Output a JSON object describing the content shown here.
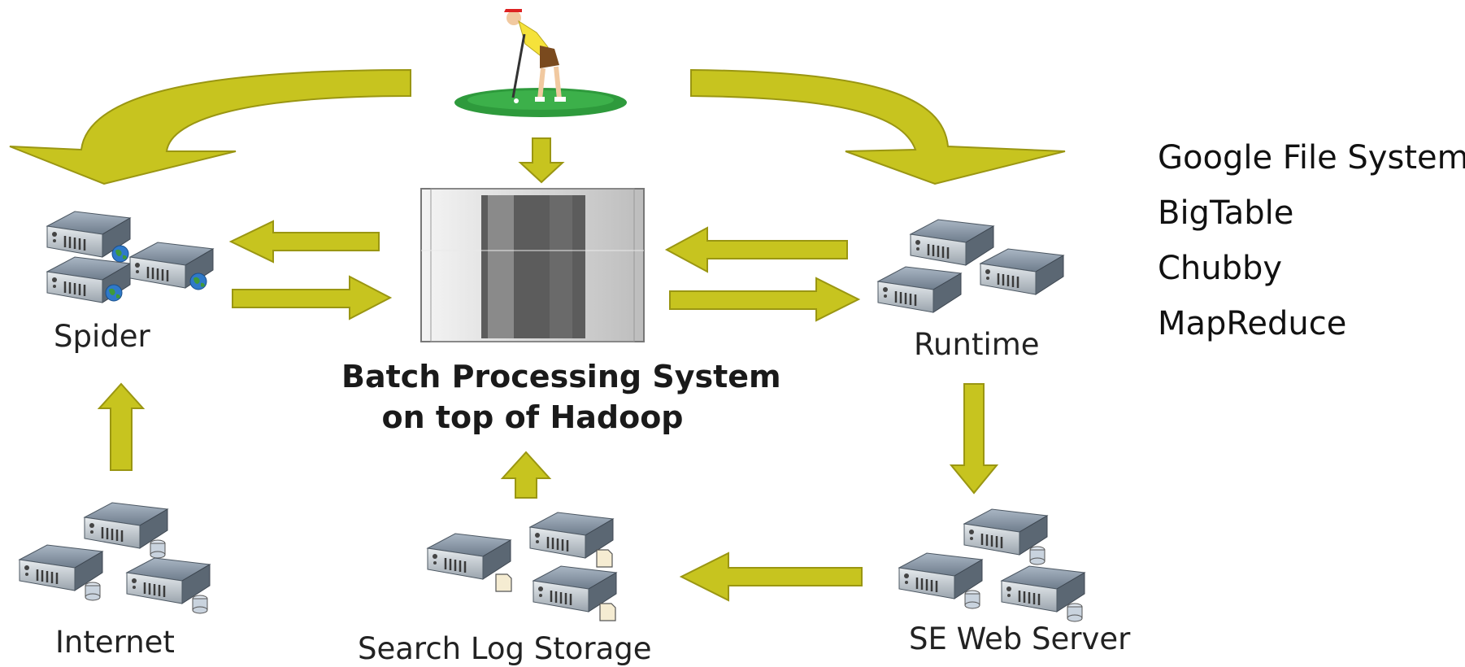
{
  "nodes": {
    "spider": "Spider",
    "runtime": "Runtime",
    "internet": "Internet",
    "search_log": "Search Log Storage",
    "web_server": "SE Web Server",
    "batch_line1": "Batch Processing System",
    "batch_line2": "on top of Hadoop"
  },
  "technologies": [
    "Google File System",
    "BigTable",
    "Chubby",
    "MapReduce"
  ],
  "colors": {
    "arrow_fill": "#c7c41f",
    "arrow_stroke": "#9a9612",
    "green_mat": "#2e9a3c",
    "server_body": "#7d8a99"
  },
  "icons": [
    "golfer-icon",
    "rack-server-icon",
    "server-cluster-icon"
  ]
}
